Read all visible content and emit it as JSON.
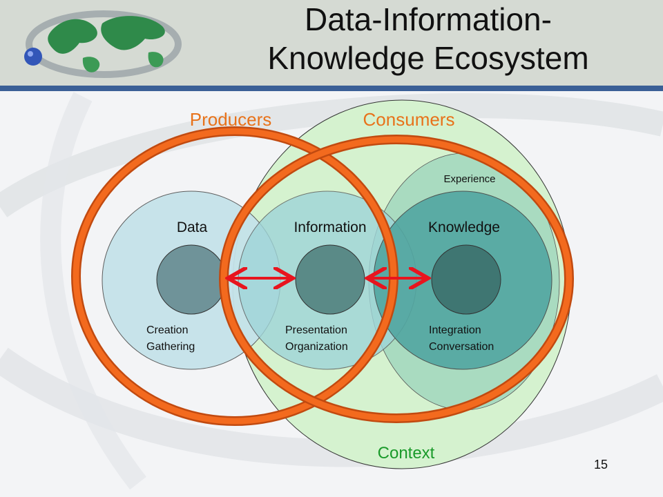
{
  "slide": {
    "title_line1": "Data-Information-",
    "title_line2": "Knowledge Ecosystem",
    "page_number": "15"
  },
  "diagram": {
    "producers_label": "Producers",
    "consumers_label": "Consumers",
    "context_label": "Context",
    "experience_label": "Experience",
    "data": {
      "label": "Data",
      "line1": "Creation",
      "line2": "Gathering"
    },
    "information": {
      "label": "Information",
      "line1": "Presentation",
      "line2": "Organization"
    },
    "knowledge": {
      "label": "Knowledge",
      "line1": "Integration",
      "line2": "Conversation"
    }
  },
  "colors": {
    "orange_ring": "#f05a19",
    "orange_text": "#e8721a",
    "context_green": "#1a9a2a",
    "arrow_red": "#e8141e"
  }
}
